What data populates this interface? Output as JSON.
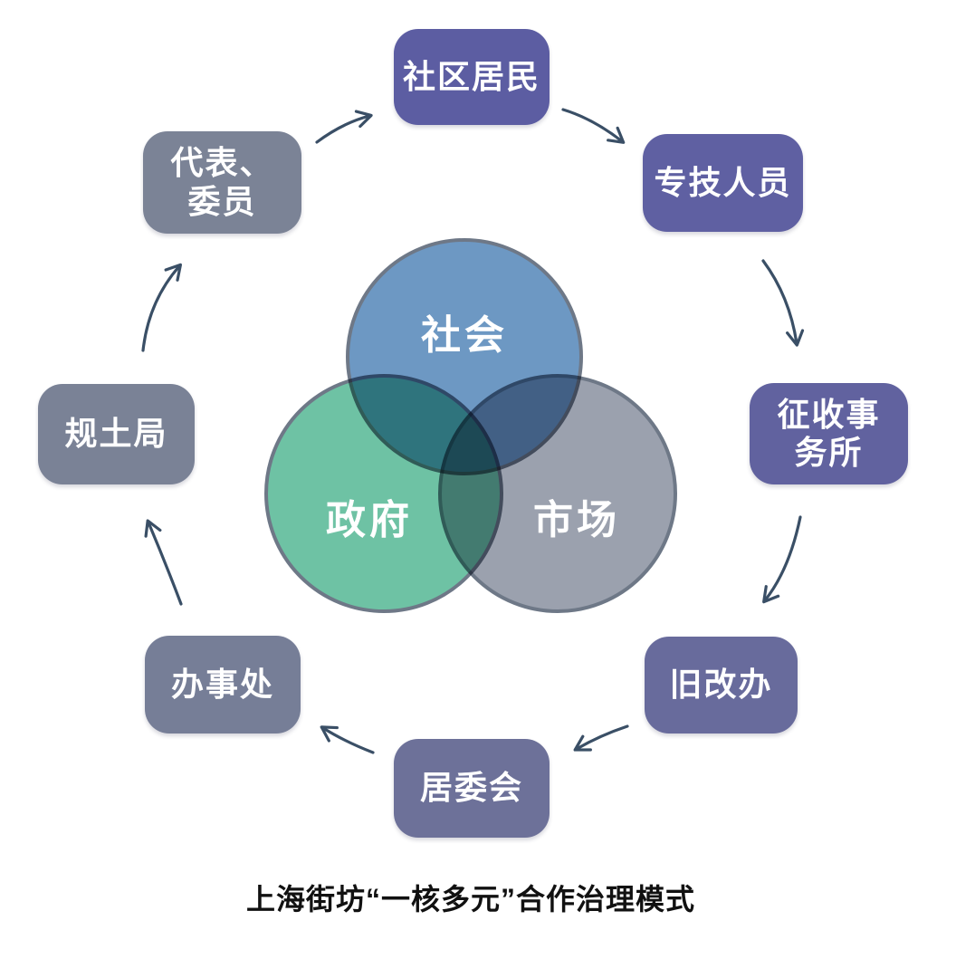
{
  "diagram": {
    "caption": "上海街坊“一核多元”合作治理模式",
    "venn": {
      "circles": [
        {
          "id": "society",
          "label": "社会",
          "color": "#6d98c3"
        },
        {
          "id": "government",
          "label": "政府",
          "color": "#6ec2a4"
        },
        {
          "id": "market",
          "label": "市场",
          "color": "#9ba1ae"
        }
      ],
      "border_color": "#6e7887"
    },
    "nodes": [
      {
        "id": "community-residents",
        "lines": [
          "社区居民"
        ],
        "color": "#5c5da2"
      },
      {
        "id": "professional-staff",
        "lines": [
          "专技人员"
        ],
        "color": "#5f60a2"
      },
      {
        "id": "expropriation-office",
        "lines": [
          "征收事",
          "务所"
        ],
        "color": "#61629f"
      },
      {
        "id": "renewal-office",
        "lines": [
          "旧改办"
        ],
        "color": "#686b9c"
      },
      {
        "id": "residents-committee",
        "lines": [
          "居委会"
        ],
        "color": "#6d7199"
      },
      {
        "id": "subdistrict-office",
        "lines": [
          "办事处"
        ],
        "color": "#767e97"
      },
      {
        "id": "planning-land-bureau",
        "lines": [
          "规土局"
        ],
        "color": "#7a8296"
      },
      {
        "id": "deputies-members",
        "lines": [
          "代表、",
          "委员"
        ],
        "color": "#7b8396"
      }
    ],
    "arrow_color": "#3a4f66"
  }
}
